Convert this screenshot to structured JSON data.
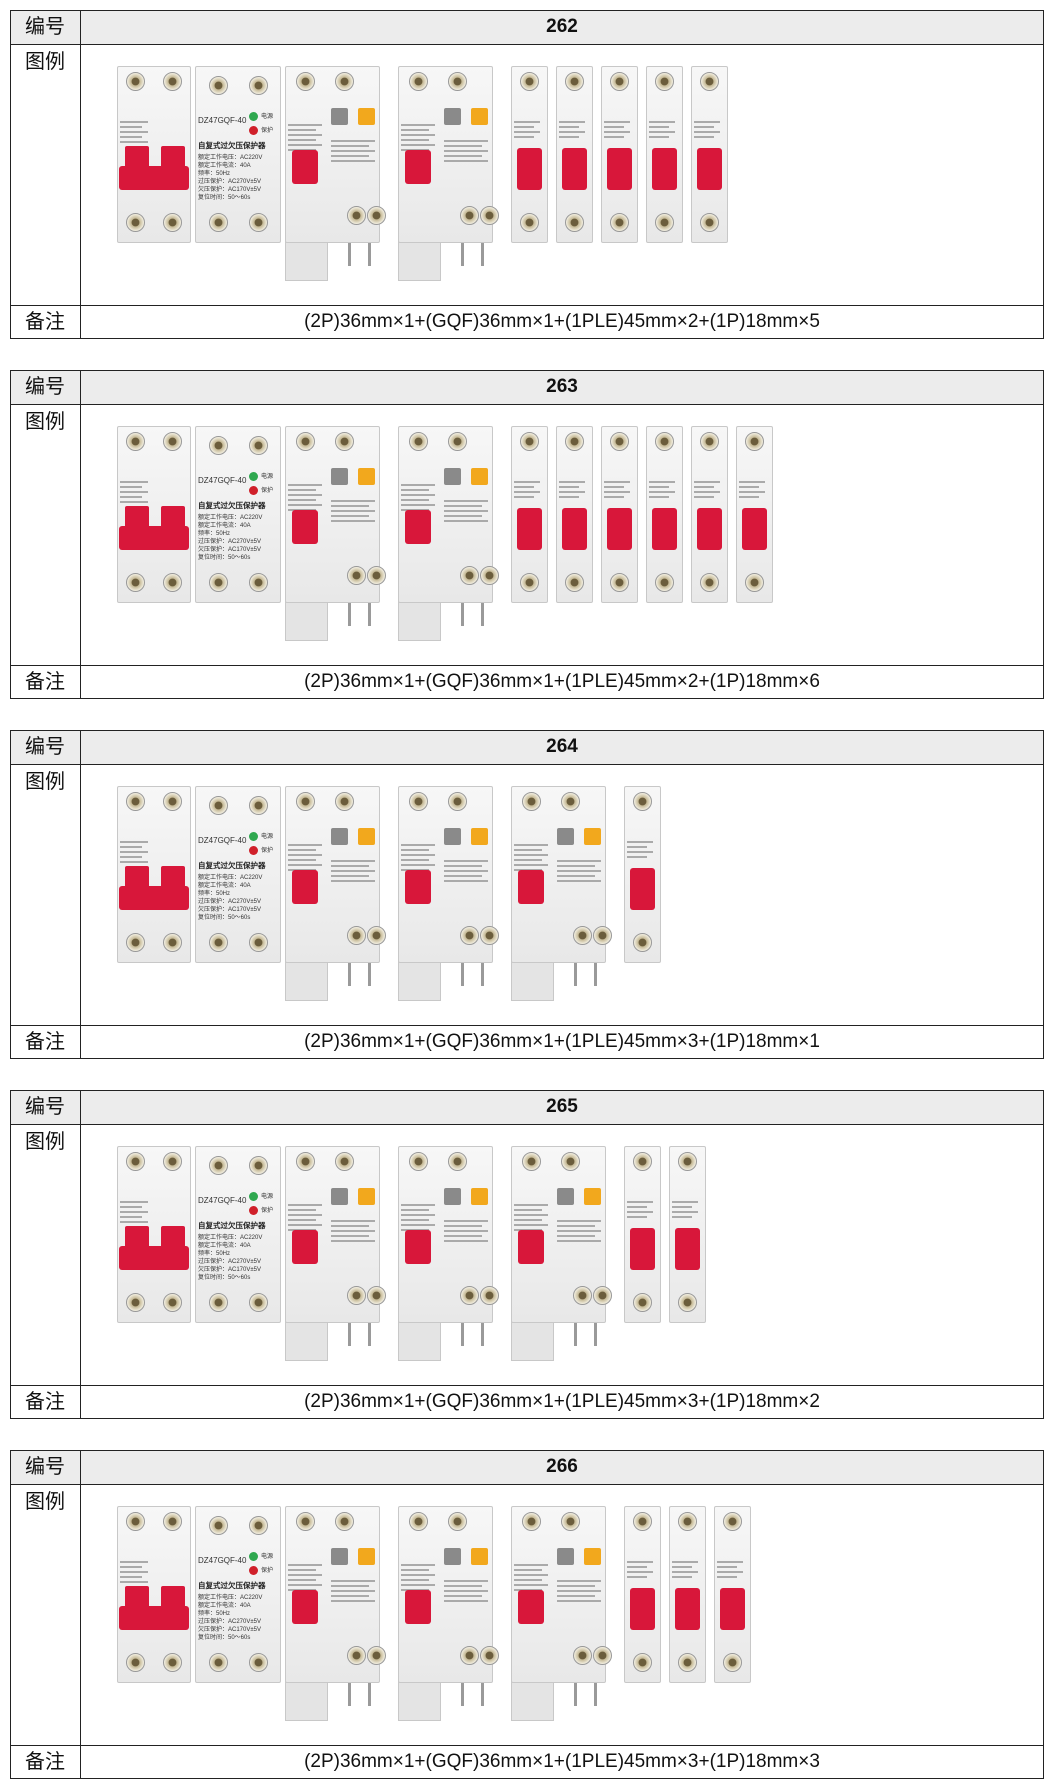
{
  "labels": {
    "number": "编号",
    "legend": "图例",
    "remark": "备注"
  },
  "gqf_text": {
    "model": "DZ47GQF-40",
    "power": "电源",
    "protect": "保护",
    "title": "自复式过欠压保护器",
    "lines": [
      "额定工作电压：AC220V",
      "额定工作电流：40A",
      "频率：50Hz",
      "过压保护：AC270V±5V",
      "欠压保护：AC170V±5V",
      "复位时间：50～60s"
    ]
  },
  "entries": [
    {
      "number": "262",
      "remark": "(2P)36mm×1+(GQF)36mm×1+(1PLE)45mm×2+(1P)18mm×5",
      "counts": {
        "two_p": 1,
        "gqf": 1,
        "ple": 2,
        "one_p": 5
      }
    },
    {
      "number": "263",
      "remark": "(2P)36mm×1+(GQF)36mm×1+(1PLE)45mm×2+(1P)18mm×6",
      "counts": {
        "two_p": 1,
        "gqf": 1,
        "ple": 2,
        "one_p": 6
      }
    },
    {
      "number": "264",
      "remark": "(2P)36mm×1+(GQF)36mm×1+(1PLE)45mm×3+(1P)18mm×1",
      "counts": {
        "two_p": 1,
        "gqf": 1,
        "ple": 3,
        "one_p": 1
      }
    },
    {
      "number": "265",
      "remark": "(2P)36mm×1+(GQF)36mm×1+(1PLE)45mm×3+(1P)18mm×2",
      "counts": {
        "two_p": 1,
        "gqf": 1,
        "ple": 3,
        "one_p": 2
      }
    },
    {
      "number": "266",
      "remark": "(2P)36mm×1+(GQF)36mm×1+(1PLE)45mm×3+(1P)18mm×3",
      "counts": {
        "two_p": 1,
        "gqf": 1,
        "ple": 3,
        "one_p": 3
      }
    }
  ]
}
